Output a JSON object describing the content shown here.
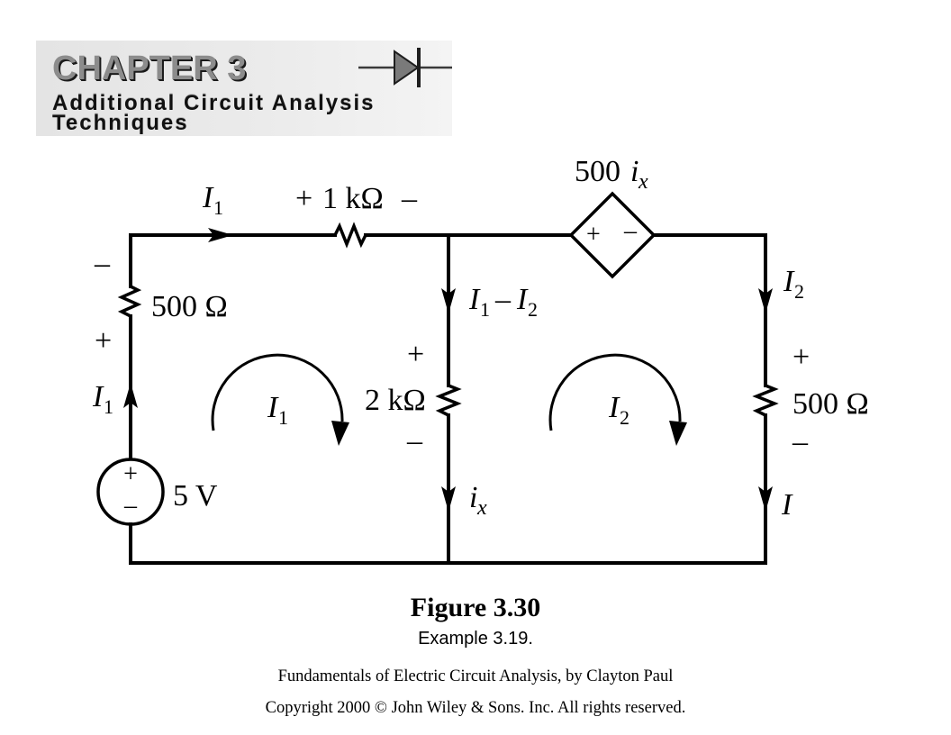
{
  "header": {
    "chapter": "CHAPTER 3",
    "title_line1": "Additional Circuit Analysis",
    "title_line2": "Techniques",
    "logo_icon": "diode-icon"
  },
  "colors": {
    "ink": "#000000",
    "header_background": "#e4e4e4",
    "chapter_text": "#8c8c8c"
  },
  "circuit": {
    "source": {
      "value": "5 V",
      "plus": "+",
      "minus": "–"
    },
    "resistor_top": {
      "value": "1 kΩ",
      "plus": "+",
      "minus": "–"
    },
    "resistor_left": {
      "value": "500 Ω",
      "plus": "+",
      "minus": "–"
    },
    "resistor_middle": {
      "value": "2 kΩ",
      "plus": "+",
      "minus": "–"
    },
    "resistor_right": {
      "value": "500 Ω",
      "plus": "+",
      "minus": "–"
    },
    "dependent_source": {
      "gain": "500",
      "control_var": "i",
      "control_sub": "x",
      "plus": "+",
      "minus": "–"
    },
    "currents": {
      "top": {
        "symbol": "I",
        "sub": "1"
      },
      "left": {
        "symbol": "I",
        "sub": "1"
      },
      "middle": {
        "a": "I",
        "a_sub": "1",
        "op": "–",
        "b": "I",
        "b_sub": "2"
      },
      "middle_bottom": {
        "symbol": "i",
        "sub": "x"
      },
      "right": {
        "symbol": "I",
        "sub": "2"
      },
      "right_bottom": {
        "symbol": "I"
      }
    },
    "mesh_currents": [
      {
        "symbol": "I",
        "sub": "1"
      },
      {
        "symbol": "I",
        "sub": "2"
      }
    ]
  },
  "caption": {
    "figure": "Figure 3.30",
    "example": "Example 3.19.",
    "source": "Fundamentals of Electric Circuit Analysis, by Clayton Paul",
    "copyright": "Copyright 2000 © John Wiley & Sons. Inc. All rights reserved."
  }
}
